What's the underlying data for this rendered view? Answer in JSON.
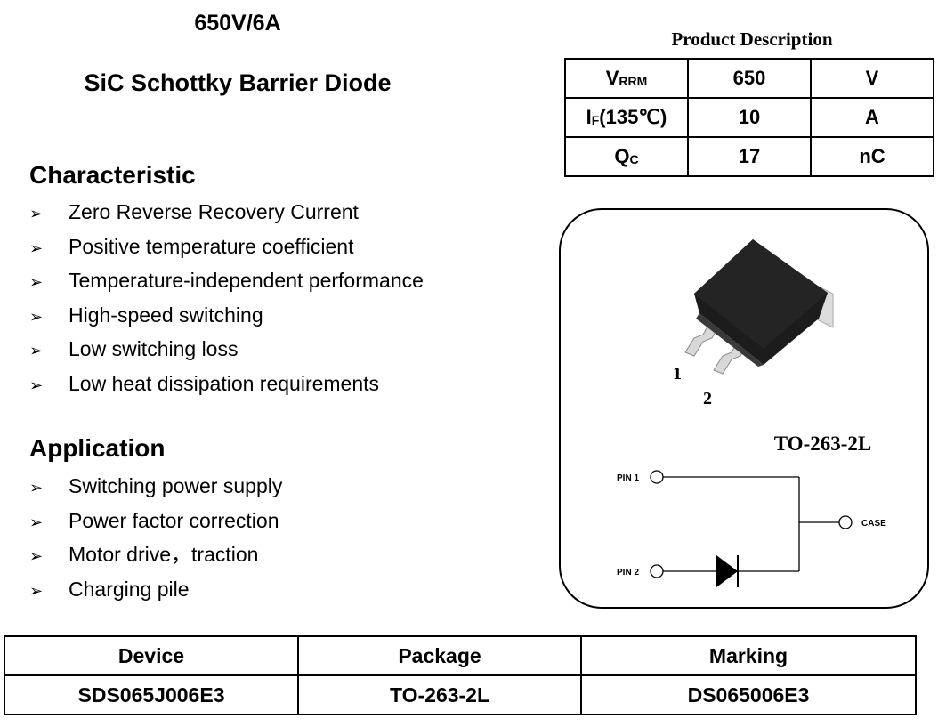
{
  "header": {
    "rating": "650V/6A",
    "product_type": "SiC Schottky Barrier Diode"
  },
  "characteristic": {
    "heading": "Characteristic",
    "bullet_symbol": "➢",
    "items": [
      "Zero Reverse Recovery Current",
      "Positive temperature coefficient",
      "Temperature-independent performance",
      "High-speed switching",
      "Low switching loss",
      "Low heat dissipation requirements"
    ]
  },
  "application": {
    "heading": "Application",
    "bullet_symbol": "➢",
    "items": [
      "Switching power supply",
      "Power factor correction",
      "Motor drive，traction",
      "Charging pile"
    ]
  },
  "product_description": {
    "title": "Product Description",
    "rows": [
      {
        "param": "V",
        "param_sub": "RRM",
        "param_suffix": "",
        "value": "650",
        "unit": "V"
      },
      {
        "param": "I",
        "param_sub": "F",
        "param_suffix": "(135℃)",
        "value": "10",
        "unit": "A"
      },
      {
        "param": "Q",
        "param_sub": "C",
        "param_suffix": "",
        "value": "17",
        "unit": "nC"
      }
    ]
  },
  "package_diagram": {
    "package_name": "TO-263-2L",
    "lead_labels": [
      "1",
      "2"
    ],
    "pin1_label": "PIN 1",
    "pin2_label": "PIN 2",
    "case_label": "CASE"
  },
  "ordering_info": {
    "headers": [
      "Device",
      "Package",
      "Marking"
    ],
    "row": [
      "SDS065J006E3",
      "TO-263-2L",
      "DS065006E3"
    ]
  }
}
